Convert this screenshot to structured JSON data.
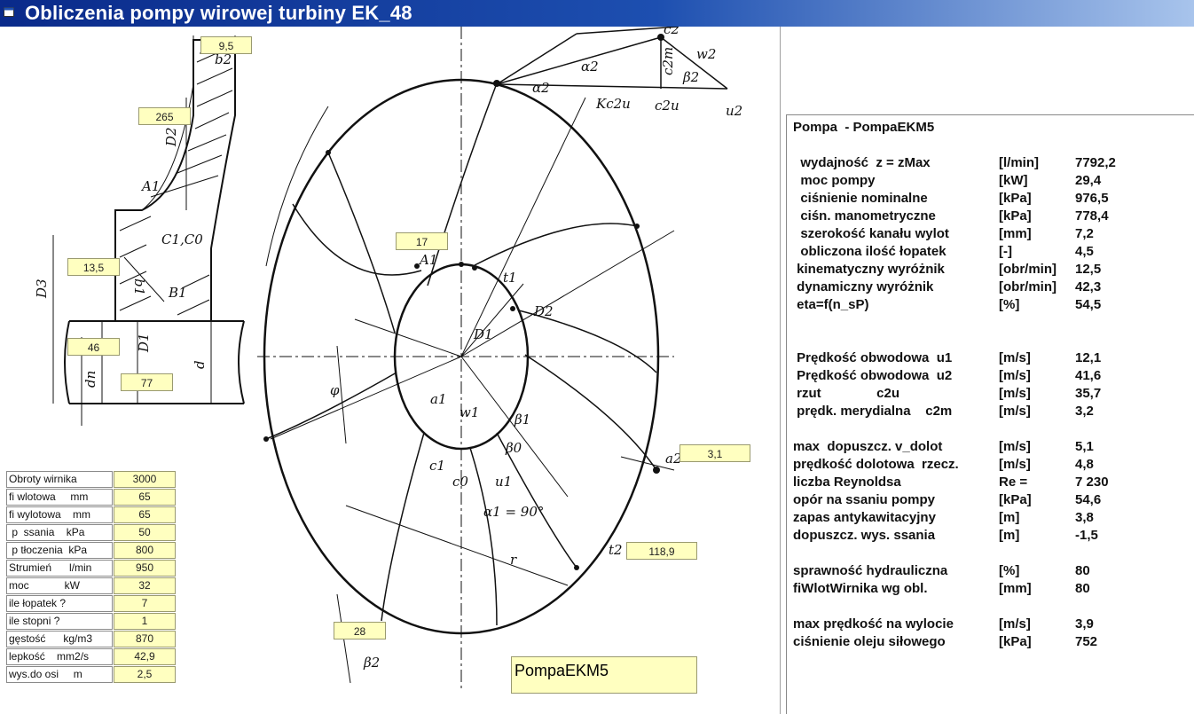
{
  "window": {
    "title": "Obliczenia pompy wirowej turbiny  EK_48"
  },
  "drawing_inputs": {
    "b2": "9,5",
    "D2": "265",
    "A1": "17",
    "b1": "13,5",
    "dn": "46",
    "d": "77",
    "a2": "3,1",
    "t2": "118,9",
    "beta2": "28"
  },
  "params": [
    {
      "label": "Obroty wirnika",
      "value": "3000"
    },
    {
      "label": "fi wlotowa     mm",
      "value": "65"
    },
    {
      "label": "fi wylotowa    mm",
      "value": "65"
    },
    {
      "label": " p  ssania    kPa",
      "value": "50"
    },
    {
      "label": " p tłoczenia  kPa",
      "value": "800"
    },
    {
      "label": "Strumień      l/min",
      "value": "950"
    },
    {
      "label": "moc            kW",
      "value": "32"
    },
    {
      "label": "ile łopatek ?",
      "value": "7"
    },
    {
      "label": "ile stopni ?",
      "value": "1"
    },
    {
      "label": "gęstość      kg/m3",
      "value": "870"
    },
    {
      "label": "lepkość    mm2/s",
      "value": "42,9"
    },
    {
      "label": "wys.do osi     m",
      "value": "2,5"
    }
  ],
  "pump_name": "PompaEKM5",
  "results": {
    "title": "Pompa  - PompaEKM5",
    "groups": [
      [
        {
          "label": "  wydajność  z = zMax",
          "unit": "[l/min]",
          "value": "7792,2"
        },
        {
          "label": "  moc pompy",
          "unit": "[kW]",
          "value": "29,4"
        },
        {
          "label": "  ciśnienie nominalne",
          "unit": "[kPa]",
          "value": "976,5"
        },
        {
          "label": "  ciśn. manometryczne",
          "unit": "[kPa]",
          "value": "778,4"
        },
        {
          "label": "  szerokość kanału wylot",
          "unit": "[mm]",
          "value": "7,2"
        },
        {
          "label": "  obliczona ilość łopatek",
          "unit": "[-]",
          "value": "4,5"
        },
        {
          "label": " kinematyczny wyróżnik",
          "unit": "[obr/min]",
          "value": "12,5"
        },
        {
          "label": " dynamiczny wyróżnik",
          "unit": "[obr/min]",
          "value": "42,3"
        },
        {
          "label": " eta=f(n_sP)",
          "unit": "[%]",
          "value": "54,5"
        }
      ],
      [
        {
          "label": " Prędkość obwodowa  u1",
          "unit": "[m/s]",
          "value": "12,1"
        },
        {
          "label": " Prędkość obwodowa  u2",
          "unit": "[m/s]",
          "value": "41,6"
        },
        {
          "label": " rzut               c2u",
          "unit": "[m/s]",
          "value": "35,7"
        },
        {
          "label": " prędk. merydialna    c2m",
          "unit": "[m/s]",
          "value": "3,2"
        }
      ],
      [
        {
          "label": "max  dopuszcz. v_dolot",
          "unit": "[m/s]",
          "value": "5,1"
        },
        {
          "label": "prędkość dolotowa  rzecz.",
          "unit": "[m/s]",
          "value": "4,8"
        },
        {
          "label": "liczba Reynoldsa",
          "unit": "Re =",
          "value": "7 230"
        },
        {
          "label": "opór na ssaniu pompy",
          "unit": "[kPa]",
          "value": "54,6"
        },
        {
          "label": "zapas antykawitacyjny",
          "unit": "[m]",
          "value": "3,8"
        },
        {
          "label": "dopuszcz. wys. ssania",
          "unit": "[m]",
          "value": "-1,5"
        }
      ],
      [
        {
          "label": "sprawność hydrauliczna",
          "unit": "[%]",
          "value": "80"
        },
        {
          "label": "fiWlotWirnika wg obl.",
          "unit": "[mm]",
          "value": "80"
        }
      ],
      [
        {
          "label": "max prędkość na wylocie",
          "unit": "[m/s]",
          "value": "3,9"
        },
        {
          "label": "ciśnienie oleju siłowego",
          "unit": "[kPa]",
          "value": "752"
        }
      ]
    ]
  },
  "drawing_labels": {
    "b2": "b2",
    "D2": "D2",
    "A1": "A1",
    "C1C0": "C1,C0",
    "b1": "b1",
    "B1": "B1",
    "D3": "D3",
    "D1": "D1",
    "d": "d",
    "dn": "dn",
    "A1c": "A1",
    "t1": "t1",
    "D1c": "D1",
    "D2c": "D2",
    "a1": "a1",
    "w1": "w1",
    "beta1": "β1",
    "beta0": "β0",
    "c1": "c1",
    "c0": "c0",
    "u1": "u1",
    "alpha1": "α1 = 90°",
    "a2": "a2",
    "t2": "t2",
    "r": "r",
    "beta2": "β2",
    "phi": "φ",
    "alpha2": "α2",
    "alpha2b": "α2",
    "c2m": "c2m",
    "beta2t": "β2",
    "w2": "w2",
    "kc2u": "Kc2u",
    "c2u": "c2u",
    "u2": "u2",
    "c2": "c2"
  },
  "colors": {
    "title_start": "#0a2a8a",
    "title_end": "#a8c4ec",
    "input_bg": "#ffffc0"
  }
}
